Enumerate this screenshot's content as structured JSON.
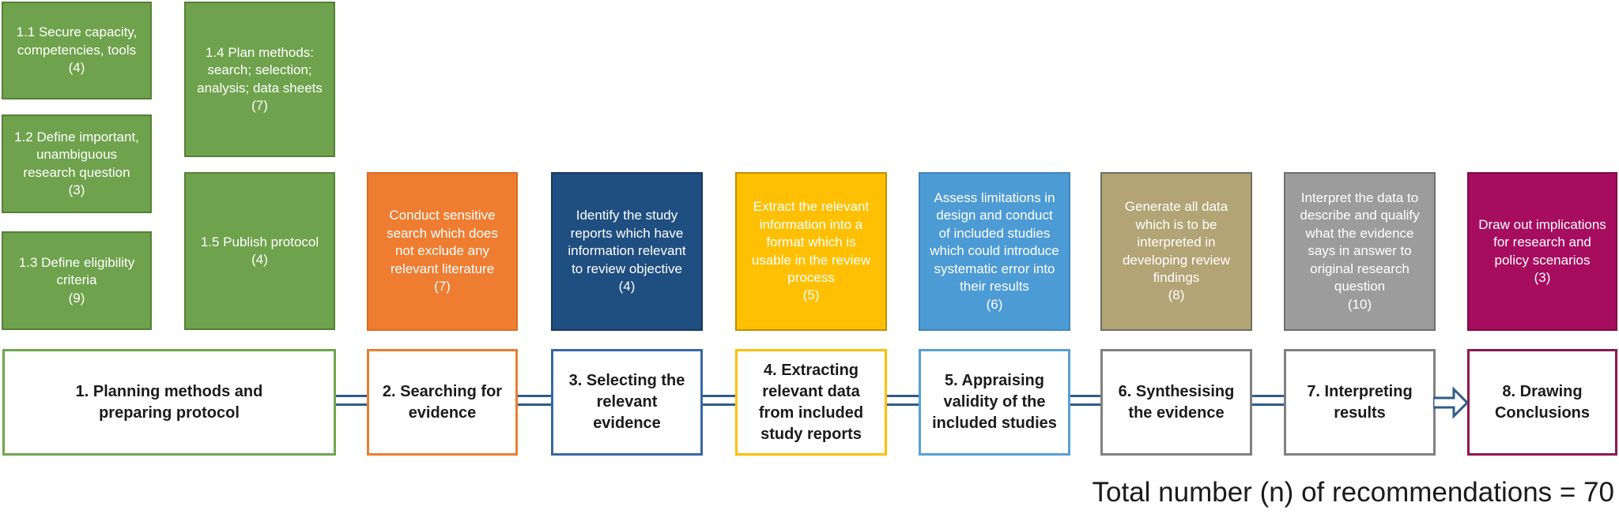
{
  "colors": {
    "green_fill": "#6FA24C",
    "green_border": "#567F37",
    "orange": "#EE7D31",
    "dark_blue": "#1F4E80",
    "gold": "#FFC003",
    "light_blue": "#4D9BD5",
    "tan": "#B3A476",
    "gray": "#9C9C9C",
    "magenta": "#A60D5E",
    "magenta_border": "#8C1850",
    "connector_blue": "#2E5C8A"
  },
  "stage1": {
    "label": "1. Planning methods and preparing protocol",
    "substeps": [
      {
        "text": "1.1 Secure capacity, competencies, tools",
        "count": "(4)"
      },
      {
        "text": "1.2 Define important, unambiguous research question",
        "count": "(3)"
      },
      {
        "text": "1.3 Define eligibility criteria",
        "count": "(9)"
      },
      {
        "text": "1.4 Plan methods: search; selection; analysis; data sheets",
        "count": "(7)"
      },
      {
        "text": "1.5 Publish protocol",
        "count": "(4)"
      }
    ]
  },
  "stages": [
    {
      "label": "2. Searching for evidence",
      "detail": "Conduct sensitive search which does not exclude any relevant literature",
      "count": "(7)"
    },
    {
      "label": "3. Selecting the relevant evidence",
      "detail": "Identify the study reports which have information relevant to review objective",
      "count": "(4)"
    },
    {
      "label": "4. Extracting relevant data from included study reports",
      "detail": "Extract the relevant information into a format which is usable in the review process",
      "count": "(5)"
    },
    {
      "label": "5. Appraising validity of the included studies",
      "detail": "Assess limitations in design and conduct of included studies which could introduce systematic error into their results",
      "count": "(6)"
    },
    {
      "label": "6. Synthesising the evidence",
      "detail": "Generate all data which is to be interpreted in developing review findings",
      "count": "(8)"
    },
    {
      "label": "7. Interpreting results",
      "detail": "Interpret the data to describe and qualify what the evidence says in answer to original research question",
      "count": "(10)"
    },
    {
      "label": "8. Drawing Conclusions",
      "detail": "Draw out implications for research and policy scenarios",
      "count": "(3)"
    }
  ],
  "footer": {
    "text": "Total number (n) of recommendations = 70"
  }
}
